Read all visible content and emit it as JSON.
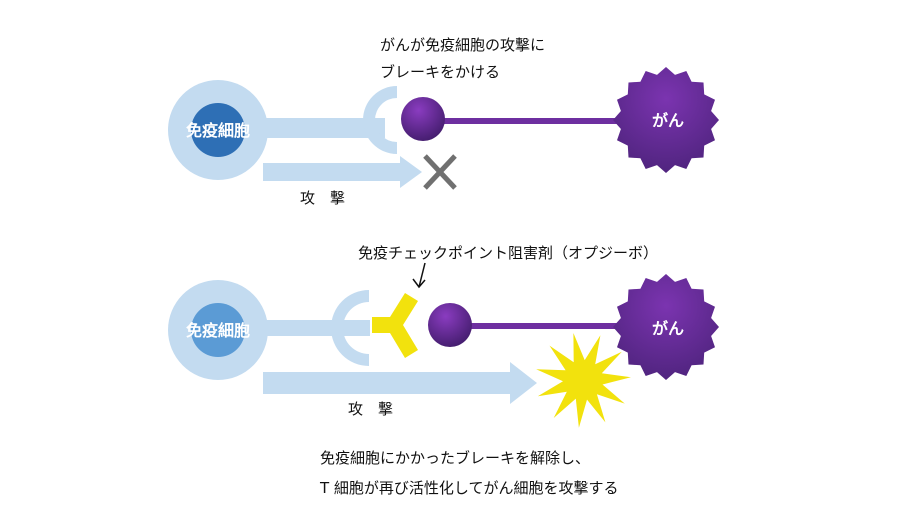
{
  "top": {
    "caption_line1": "がんが免疫細胞の攻撃に",
    "caption_line2": "ブレーキをかける",
    "immune_cell_label": "免疫細胞",
    "cancer_label": "がん",
    "attack_label": "攻　撃"
  },
  "bottom": {
    "drug_label": "免疫チェックポイント阻害剤（オプジーボ）",
    "immune_cell_label": "免疫細胞",
    "cancer_label": "がん",
    "attack_label": "攻　撃",
    "result_line1": "免疫細胞にかかったブレーキを解除し、",
    "result_line2": "T 細胞が再び活性化してがん細胞を攻撃する"
  },
  "colors": {
    "immune_outer": "#c3dbf0",
    "immune_inner_top": "#2e6fb5",
    "immune_inner_bottom": "#5b9bd5",
    "cancer": "#5e2a8c",
    "drug": "#f2e20d"
  }
}
